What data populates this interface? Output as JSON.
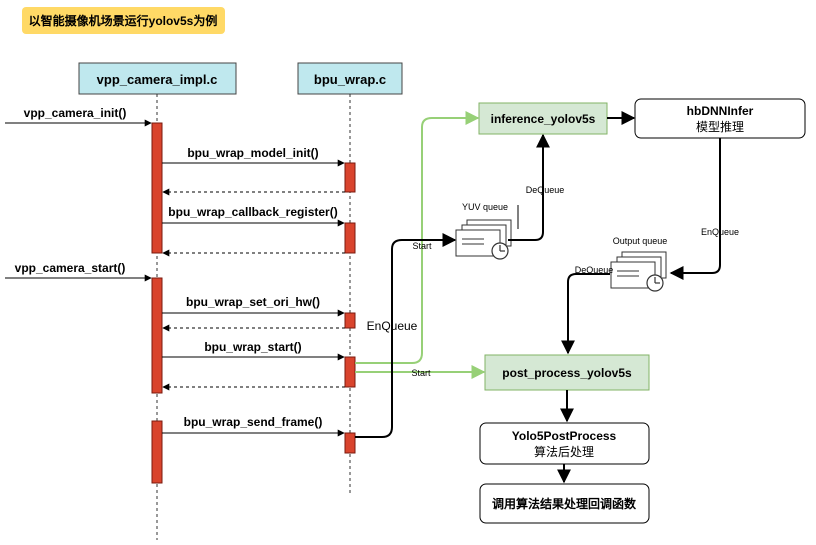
{
  "title": "以智能摄像机场景运行yolov5s为例",
  "lifelines": {
    "camera": "vpp_camera_impl.c",
    "bpu": "bpu_wrap.c"
  },
  "calls": {
    "camera_init": "vpp_camera_init()",
    "model_init": "bpu_wrap_model_init()",
    "callback_register": "bpu_wrap_callback_register()",
    "camera_start": "vpp_camera_start()",
    "set_ori_hw": "bpu_wrap_set_ori_hw()",
    "wrap_start": "bpu_wrap_start()",
    "send_frame": "bpu_wrap_send_frame()"
  },
  "flow": {
    "inference": "inference_yolov5s",
    "hbdnn_line1": "hbDNNInfer",
    "hbdnn_line2": "模型推理",
    "post_process": "post_process_yolov5s",
    "yolo_post_line1": "Yolo5PostProcess",
    "yolo_post_line2": "算法后处理",
    "callback": "调用算法结果处理回调函数"
  },
  "queues": {
    "yuv": "YUV queue",
    "output": "Output queue"
  },
  "edge_labels": {
    "enqueue_main": "EnQueue",
    "start_upper": "Start",
    "start_lower": "Start",
    "dequeue_yuv": "DeQueue",
    "enqueue_out": "EnQueue",
    "dequeue_out": "DeQueue"
  },
  "colors": {
    "title_bg": "#FFD966",
    "lifeline_head": "#BFE8EE",
    "activation": "#D9442D",
    "green_box": "#D5E8D4",
    "green_line": "#97D077"
  }
}
